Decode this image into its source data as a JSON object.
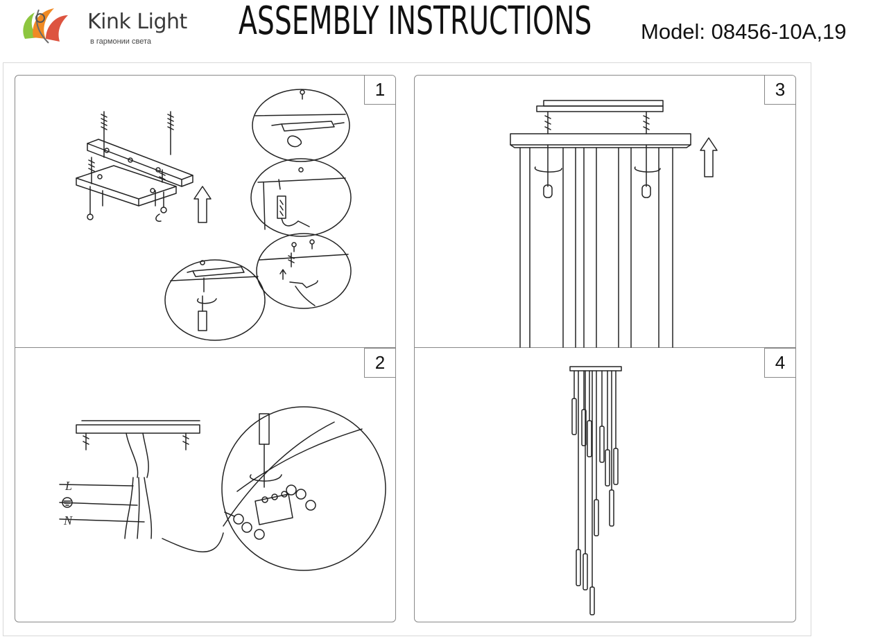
{
  "header": {
    "logo_name": "Kink Light",
    "logo_tagline": "в гармонии света",
    "title": "ASSEMBLY INSTRUCTIONS",
    "model": "Model: 08456-10A,19"
  },
  "steps": [
    {
      "number": "1"
    },
    {
      "number": "2",
      "labels": {
        "live": "L",
        "neutral": "N"
      }
    },
    {
      "number": "3"
    },
    {
      "number": "4"
    }
  ],
  "icons": [
    "logo-mark-icon",
    "screw-anchor-icon",
    "screwdriver-icon",
    "up-arrow-icon",
    "rotate-arrow-icon",
    "earth-symbol-icon",
    "terminal-block-icon",
    "pendant-tube-icon"
  ],
  "colors": {
    "logo_green": "#8dc63f",
    "logo_orange": "#f08a24",
    "logo_red": "#d9412b",
    "line": "#222222",
    "panel_border": "#888888"
  }
}
